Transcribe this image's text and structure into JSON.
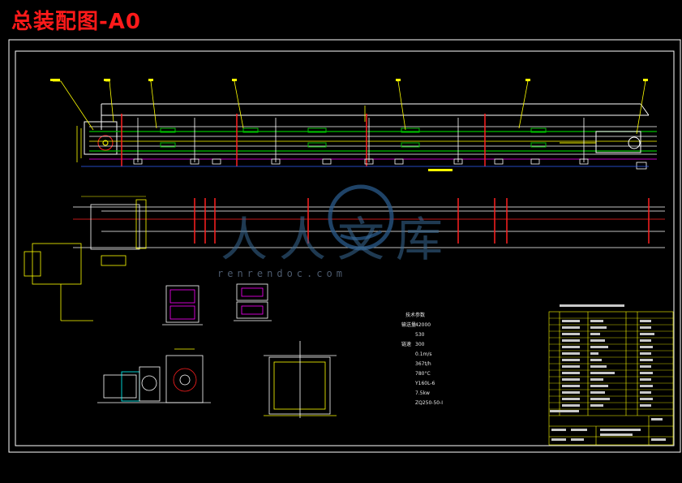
{
  "title": "总装配图-A0",
  "watermark": {
    "chars": "人人文库",
    "url": "renrendoc.com"
  },
  "spec_block": {
    "heading": "技术参数",
    "rows": [
      {
        "label": "输送量",
        "value": "42000"
      },
      {
        "label": "",
        "value": "530"
      },
      {
        "label": "链速",
        "value": "300"
      },
      {
        "label": "",
        "value": "0.1m/s"
      },
      {
        "label": "",
        "value": "367t/h"
      },
      {
        "label": "",
        "value": "780°C"
      },
      {
        "label": "",
        "value": "Y160L-6"
      },
      {
        "label": "",
        "value": "7.5kw"
      },
      {
        "label": "",
        "value": "ZQ250-50-I"
      }
    ]
  },
  "colors": {
    "frame": "#ffffff",
    "yellow": "#ffff00",
    "red": "#ff2020",
    "green": "#00c000",
    "cyan": "#00ffff",
    "magenta": "#ff00ff",
    "blue": "#3060ff",
    "title": "#ff1a1a"
  }
}
